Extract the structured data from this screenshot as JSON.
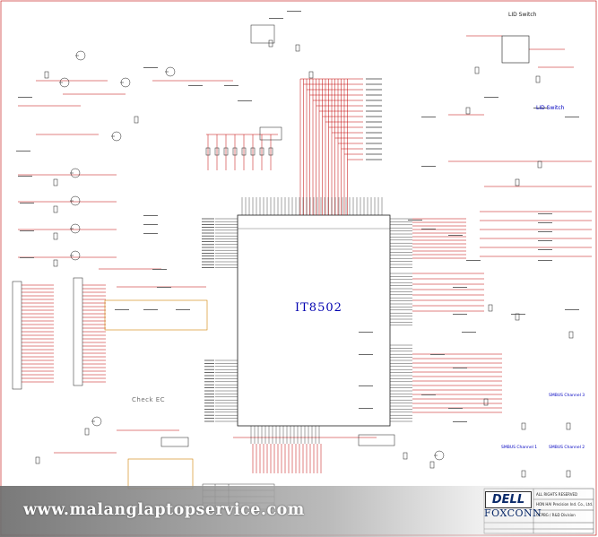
{
  "schematic": {
    "chip_name": "IT8502",
    "section_labels": {
      "lid_switch": "LID Switch",
      "lid_switch_sub": "LID Switch",
      "check_ec": "Check EC",
      "smbus_channel_1": "SMBUS Channel 1",
      "smbus_channel_2": "SMBUS Channel 2",
      "smbus_channel_3": "SMBUS Channel 3"
    }
  },
  "watermark": {
    "text": "www.malanglaptopservice.com"
  },
  "title_block": {
    "brand": "DELL",
    "company": "FOXCONN",
    "rows": [
      "ALL RIGHTS RESERVED",
      "HON HAI Precision Ind. Co., Ltd.",
      "CCPBG / R&D Division"
    ]
  },
  "colors": {
    "wire": "#c00000",
    "part": "#1a1a1a",
    "label": "#0000c0",
    "callout_box": "#d08000"
  }
}
